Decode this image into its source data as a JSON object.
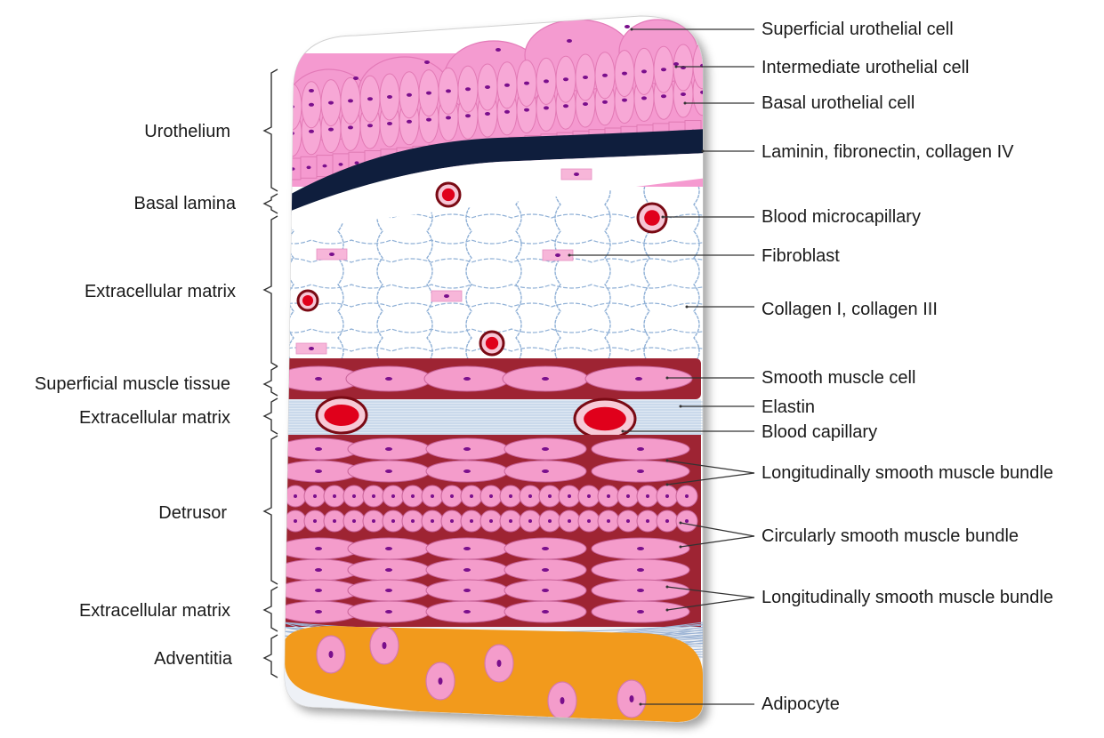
{
  "diagram": {
    "colors": {
      "urothelium": "#f59ad0",
      "nucleus": "#7a0f8c",
      "basal_lamina": "#0f1e3d",
      "muscle_bg": "#9e2433",
      "muscle_cell": "#f49ccb",
      "capillary": "#e0001b",
      "capillary_ring": "#7a0a14",
      "collagen": "#8fb0d6",
      "adipose": "#f29a1c",
      "fibroblast": "#f7b6d9"
    },
    "left_labels": [
      {
        "id": "urothelium",
        "text": "Urothelium"
      },
      {
        "id": "basal-lamina",
        "text": "Basal lamina"
      },
      {
        "id": "ecm-1",
        "text": "Extracellular matrix"
      },
      {
        "id": "superficial-muscle",
        "text": "Superficial muscle tissue"
      },
      {
        "id": "ecm-2",
        "text": "Extracellular matrix"
      },
      {
        "id": "detrusor",
        "text": "Detrusor"
      },
      {
        "id": "ecm-3",
        "text": "Extracellular matrix"
      },
      {
        "id": "adventitia",
        "text": "Adventitia"
      }
    ],
    "right_labels": [
      {
        "id": "superficial-urothelial-cell",
        "text": "Superficial urothelial cell"
      },
      {
        "id": "intermediate-urothelial-cell",
        "text": "Intermediate urothelial cell"
      },
      {
        "id": "basal-urothelial-cell",
        "text": "Basal urothelial cell"
      },
      {
        "id": "laminin",
        "text": "Laminin, fibronectin, collagen IV"
      },
      {
        "id": "blood-microcapillary",
        "text": "Blood microcapillary"
      },
      {
        "id": "fibroblast",
        "text": "Fibroblast"
      },
      {
        "id": "collagen",
        "text": "Collagen I, collagen III"
      },
      {
        "id": "smooth-muscle-cell",
        "text": "Smooth muscle cell"
      },
      {
        "id": "elastin",
        "text": "Elastin"
      },
      {
        "id": "blood-capillary",
        "text": "Blood capillary"
      },
      {
        "id": "longitudinal-1",
        "text": "Longitudinally smooth muscle bundle"
      },
      {
        "id": "circular",
        "text": "Circularly smooth muscle bundle"
      },
      {
        "id": "longitudinal-2",
        "text": "Longitudinally smooth muscle bundle"
      },
      {
        "id": "adipocyte",
        "text": "Adipocyte"
      }
    ]
  }
}
